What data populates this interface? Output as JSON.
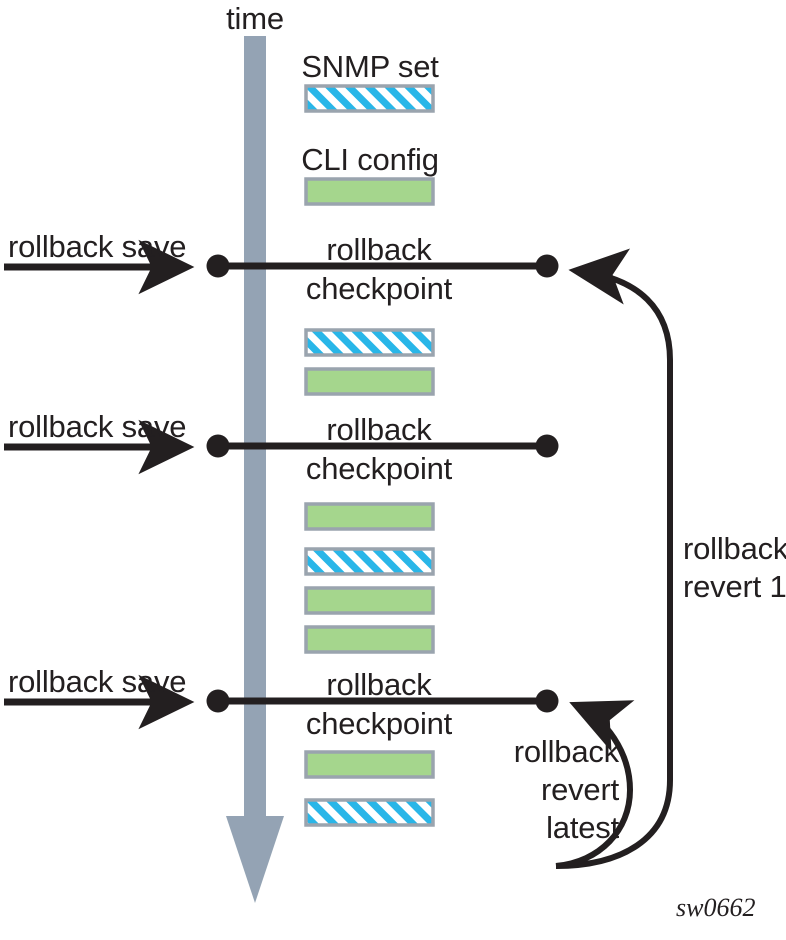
{
  "diagram": {
    "title": "Rollback checkpoint timeline",
    "credit": "sw0662",
    "timeline": {
      "axis_label": "time",
      "direction": "downward",
      "color": "#94a3b4"
    },
    "legend": [
      {
        "label": "SNMP set",
        "swatch": "striped-cyan"
      },
      {
        "label": "CLI config",
        "swatch": "solid-green"
      }
    ],
    "colors": {
      "stripe": "#29b6e8",
      "green": "#a5d68d",
      "box_border": "#9aa4ae",
      "timeline": "#94a3b4",
      "ink": "#231f20"
    },
    "checkpoints": [
      {
        "id": 1,
        "trigger": "rollback save",
        "label_line1": "rollback",
        "label_line2": "checkpoint"
      },
      {
        "id": 2,
        "trigger": "rollback save",
        "label_line1": "rollback",
        "label_line2": "checkpoint"
      },
      {
        "id": 3,
        "trigger": "rollback save",
        "label_line1": "rollback",
        "label_line2": "checkpoint"
      }
    ],
    "events": [
      {
        "after_checkpoint": 1,
        "kind": "SNMP set"
      },
      {
        "after_checkpoint": 1,
        "kind": "CLI config"
      },
      {
        "after_checkpoint": 2,
        "kind": "CLI config"
      },
      {
        "after_checkpoint": 2,
        "kind": "SNMP set"
      },
      {
        "after_checkpoint": 2,
        "kind": "CLI config"
      },
      {
        "after_checkpoint": 2,
        "kind": "CLI config"
      },
      {
        "after_checkpoint": 3,
        "kind": "CLI config"
      },
      {
        "after_checkpoint": 3,
        "kind": "SNMP set"
      }
    ],
    "revert_arrows": [
      {
        "id": "revert-1",
        "label_line1": "rollback",
        "label_line2": "revert 1",
        "label_line3": "",
        "targets_checkpoint": 1
      },
      {
        "id": "revert-latest",
        "label_line1": "rollback",
        "label_line2": "revert",
        "label_line3": "latest",
        "targets_checkpoint": 3
      }
    ]
  }
}
